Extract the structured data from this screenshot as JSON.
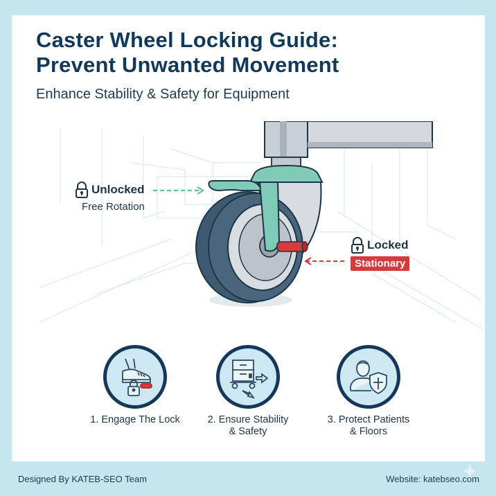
{
  "header": {
    "title_line1": "Caster Wheel Locking Guide:",
    "title_line2": "Prevent Unwanted Movement",
    "subtitle": "Enhance Stability & Safety for Equipment"
  },
  "illustration": {
    "unlocked": {
      "icon": "unlocked-padlock-icon",
      "label": "Unlocked",
      "sublabel": "Free Rotation",
      "arrow_color": "#5fb9a5"
    },
    "locked": {
      "icon": "padlock-icon",
      "label": "Locked",
      "badge": "Stationary",
      "badge_color": "#d8393b",
      "arrow_color": "#d8393b"
    }
  },
  "steps": [
    {
      "icon": "foot-pressing-brake-icon",
      "label_line1": "1. Engage The Lock",
      "label_line2": ""
    },
    {
      "icon": "cart-stability-icon",
      "label_line1": "2. Ensure Stability",
      "label_line2": "& Safety"
    },
    {
      "icon": "person-shield-icon",
      "label_line1": "3. Protect Patients",
      "label_line2": "& Floors"
    }
  ],
  "footer": {
    "credit": "Designed By KATEB-SEO Team",
    "website": "Website: katebseo.com"
  },
  "colors": {
    "title": "#12385a",
    "background": "#c6e6ef",
    "accent_teal": "#7fcbb8",
    "accent_red": "#d8393b",
    "circle_fill": "#cde8f2"
  }
}
